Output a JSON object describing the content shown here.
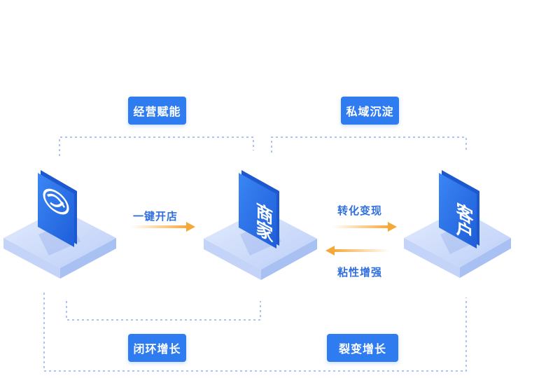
{
  "top_tags": {
    "left": "经营赋能",
    "right": "私域沉淀"
  },
  "bottom_tags": {
    "left": "闭环增长",
    "right": "裂变增长"
  },
  "flows": {
    "open_store": "一键开店",
    "conversion": "转化变现",
    "stickiness": "粘性增强"
  },
  "nodes": {
    "merchant": "商家",
    "customer": "客户"
  },
  "colors": {
    "primary": "#2f7bf0",
    "dash": "#8fb2ee",
    "arrow": "#f5a83a",
    "platform": "#cfdcfb"
  }
}
